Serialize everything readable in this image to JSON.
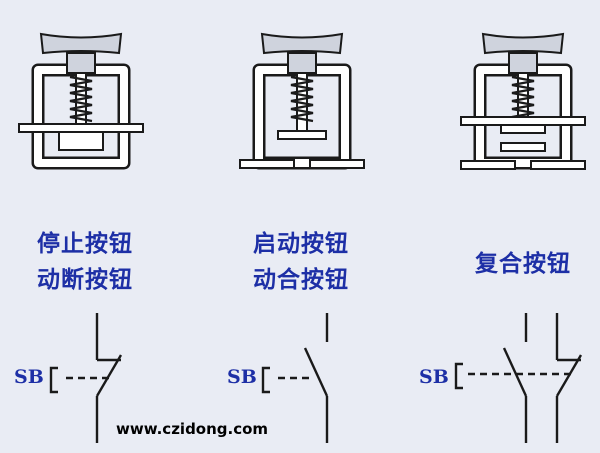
{
  "colors": {
    "background": "#e9ecf4",
    "caption": "#1d2fa6",
    "line": "#1a1a1a",
    "button_face": "#cfd3dd",
    "housing_fill": "#ffffff",
    "housing_stroke": "#1a1a1a"
  },
  "buttons": [
    {
      "kind": "stop",
      "caption_lines": [
        "停止按钮",
        "动断按钮"
      ],
      "symbol_label": "SB"
    },
    {
      "kind": "start",
      "caption_lines": [
        "启动按钮",
        "动合按钮"
      ],
      "symbol_label": "SB"
    },
    {
      "kind": "compound",
      "caption_lines": [
        "复合按钮"
      ],
      "symbol_label": "SB"
    }
  ],
  "watermark": "www.czidong.com"
}
